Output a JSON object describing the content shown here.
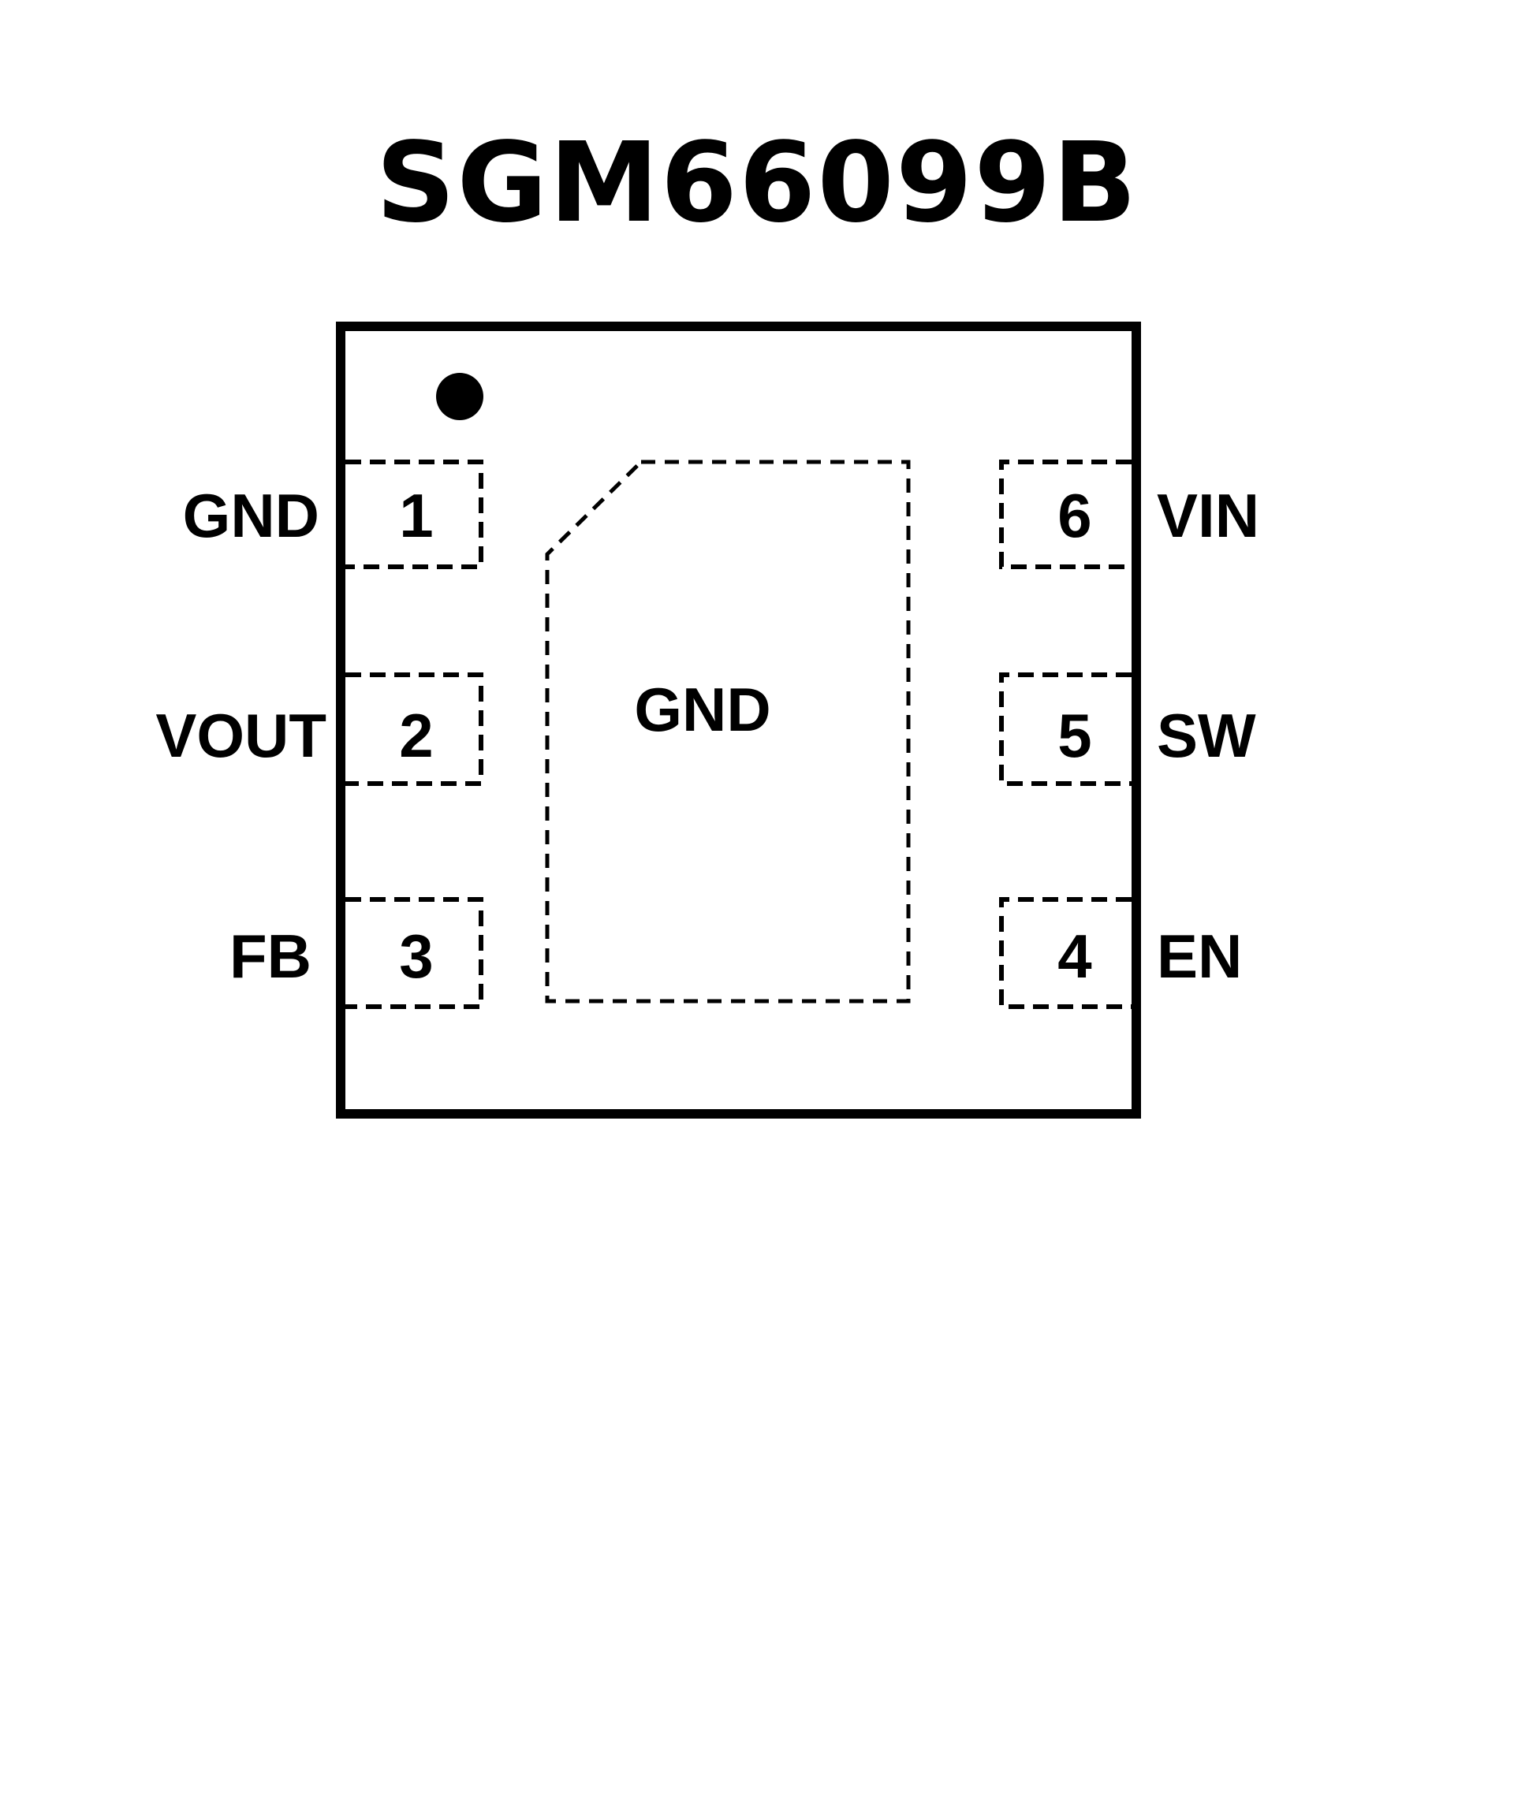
{
  "title": "SGM66099B",
  "package": {
    "pin1_marker": "dot",
    "exposed_pad_label": "GND",
    "left_pins": [
      {
        "number": "1",
        "name": "GND"
      },
      {
        "number": "2",
        "name": "VOUT"
      },
      {
        "number": "3",
        "name": "FB"
      }
    ],
    "right_pins": [
      {
        "number": "6",
        "name": "VIN"
      },
      {
        "number": "5",
        "name": "SW"
      },
      {
        "number": "4",
        "name": "EN"
      }
    ]
  }
}
